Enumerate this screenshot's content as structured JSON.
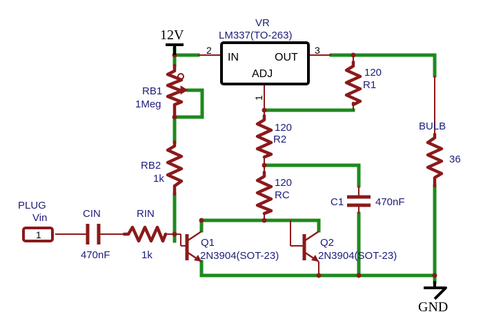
{
  "supply": {
    "label": "12V"
  },
  "ground": {
    "label": "GND"
  },
  "regulator": {
    "name": "VR",
    "part": "LM337(TO-263)",
    "pin_in": "IN",
    "pin_out": "OUT",
    "pin_adj": "ADJ",
    "pin_in_num": "2",
    "pin_out_num": "3",
    "pin_adj_num": "1"
  },
  "rb1": {
    "name": "RB1",
    "value": "1Meg"
  },
  "rb2": {
    "name": "RB2",
    "value": "1k"
  },
  "r1": {
    "name": "R1",
    "value": "120"
  },
  "r2": {
    "name": "R2",
    "value": "120"
  },
  "rc": {
    "name": "RC",
    "value": "120"
  },
  "c1": {
    "name": "C1",
    "value": "470nF"
  },
  "bulb": {
    "name": "BULB",
    "value": "36"
  },
  "plug": {
    "name": "PLUG",
    "net": "Vin",
    "pin": "1"
  },
  "cin": {
    "name": "CIN",
    "value": "470nF"
  },
  "rin": {
    "name": "RIN",
    "value": "1k"
  },
  "q1": {
    "name": "Q1",
    "part": "2N3904(SOT-23)"
  },
  "q2": {
    "name": "Q2",
    "part": "2N3904(SOT-23)"
  },
  "colors": {
    "wire": "#1d8a1d",
    "component": "#8b1a1a",
    "label": "#1c1c7a"
  }
}
